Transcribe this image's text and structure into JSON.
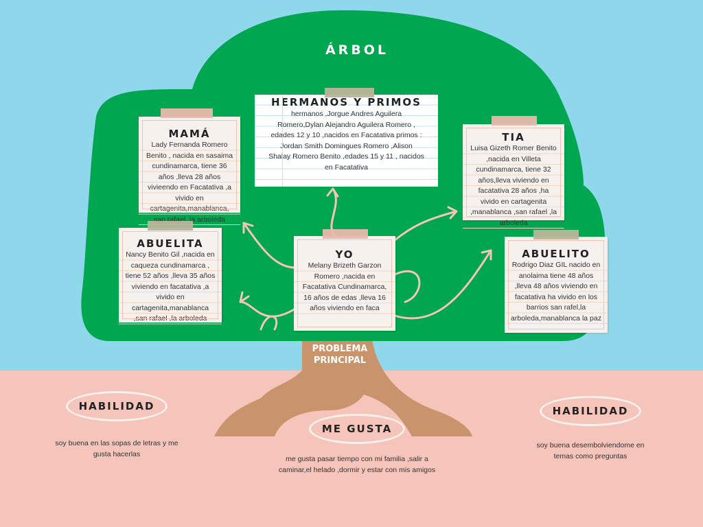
{
  "title": "ÁRBOL",
  "trunk_label": "PROBLEMA PRINCIPAL",
  "cards": {
    "mama": {
      "title": "MAMÁ",
      "text": "Lady Fernanda Romero Benito , nacida en sasaima cundinamarca, tiene 36 años ,lleva 28 años vivieendo en Facatativa ,a vivido en cartagenita,manablanca, san rafael ,la arboleda"
    },
    "hermanos": {
      "title": "HERMANOS Y PRIMOS",
      "text": "hermanos ,Jorgue Andres Aguilera Romero,Dylan Alejandro Aguilera Romero , edades 12 y 10 ,nacidos en Facatativa primos : Jordan Smith Domingues Romero ,Alison Shalay Romero Benito ,edades 15 y 11 , nacidos en Facatativa"
    },
    "tia": {
      "title": "TIA",
      "text": "Luisa Gizeth Romer Benito ,nacida en Villeta cundinamarca, tiene 32 años,lleva viviendo en facatativa 28 años ,ha vivido en cartagenita ,manablanca ,san rafael ,la arboleda"
    },
    "abuelita": {
      "title": "ABUELITA",
      "text": "Nancy Benito Gil ,nacida en caqueza cundinamarca , tiene 52 años ,lleva 35 años viviendo en facatativa ,a vivido en cartagenita,manablanca ,san rafael ,la arboleda"
    },
    "yo": {
      "title": "YO",
      "text": "Melany Brizeth Garzon Romero ,nacida en Facatativa Cundinamarca, 16 años de edas ,lleva 16 años viviendo en faca"
    },
    "abuelito": {
      "title": "ABUELITO",
      "text": "Rodrigo Diaz GIL nacido en anolaima tiene 48 años ,lleva 48 años viviendo en facatativa ha vivido en los barrios san rafel,la arboleda,manablanca la paz"
    }
  },
  "bottom": {
    "habilidad1": {
      "title": "HABILIDAD",
      "text": "soy buena en las sopas de letras y me gusta hacerlas"
    },
    "me_gusta": {
      "title": "ME GUSTA",
      "text": "me gusta pasar tiempo con mi familia ,salir a caminar,el helado ,dormir y estar con mis amigos"
    },
    "habilidad2": {
      "title": "HABILIDAD",
      "text": "soy buena desembolviendome en temas como preguntas"
    }
  },
  "colors": {
    "sky": "#8fd8ec",
    "canopy": "#00a650",
    "ground": "#f5c4ba",
    "trunk": "#c9946c",
    "arrow": "#f4c6b8"
  }
}
